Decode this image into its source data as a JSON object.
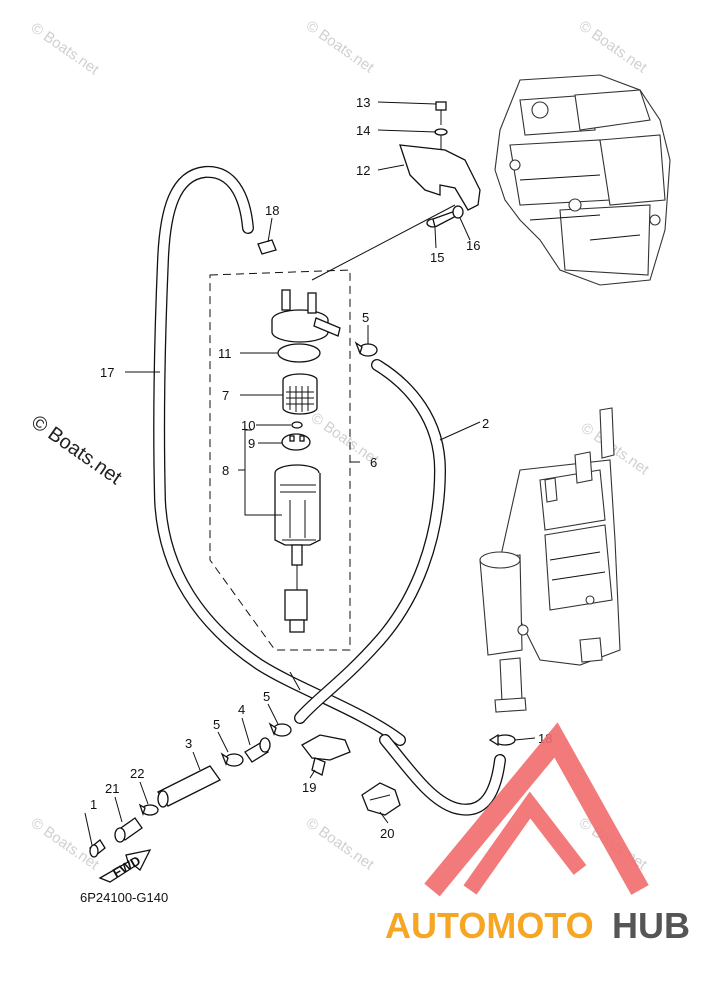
{
  "diagram_code": "6P24100-G140",
  "watermarks": [
    "© Boats.net"
  ],
  "side_watermark": "© Boats.net",
  "fwd_label": "FWD",
  "logo": {
    "part1": "AUTOMOTO",
    "part2": "HUB",
    "color1": "#f6a623",
    "color2": "#555555",
    "triangle_color": "#f26b6b"
  },
  "callouts": [
    "1",
    "2",
    "3",
    "4",
    "5",
    "5",
    "5",
    "6",
    "7",
    "8",
    "9",
    "10",
    "11",
    "12",
    "13",
    "14",
    "15",
    "16",
    "17",
    "18",
    "18",
    "19",
    "20",
    "21",
    "22"
  ]
}
